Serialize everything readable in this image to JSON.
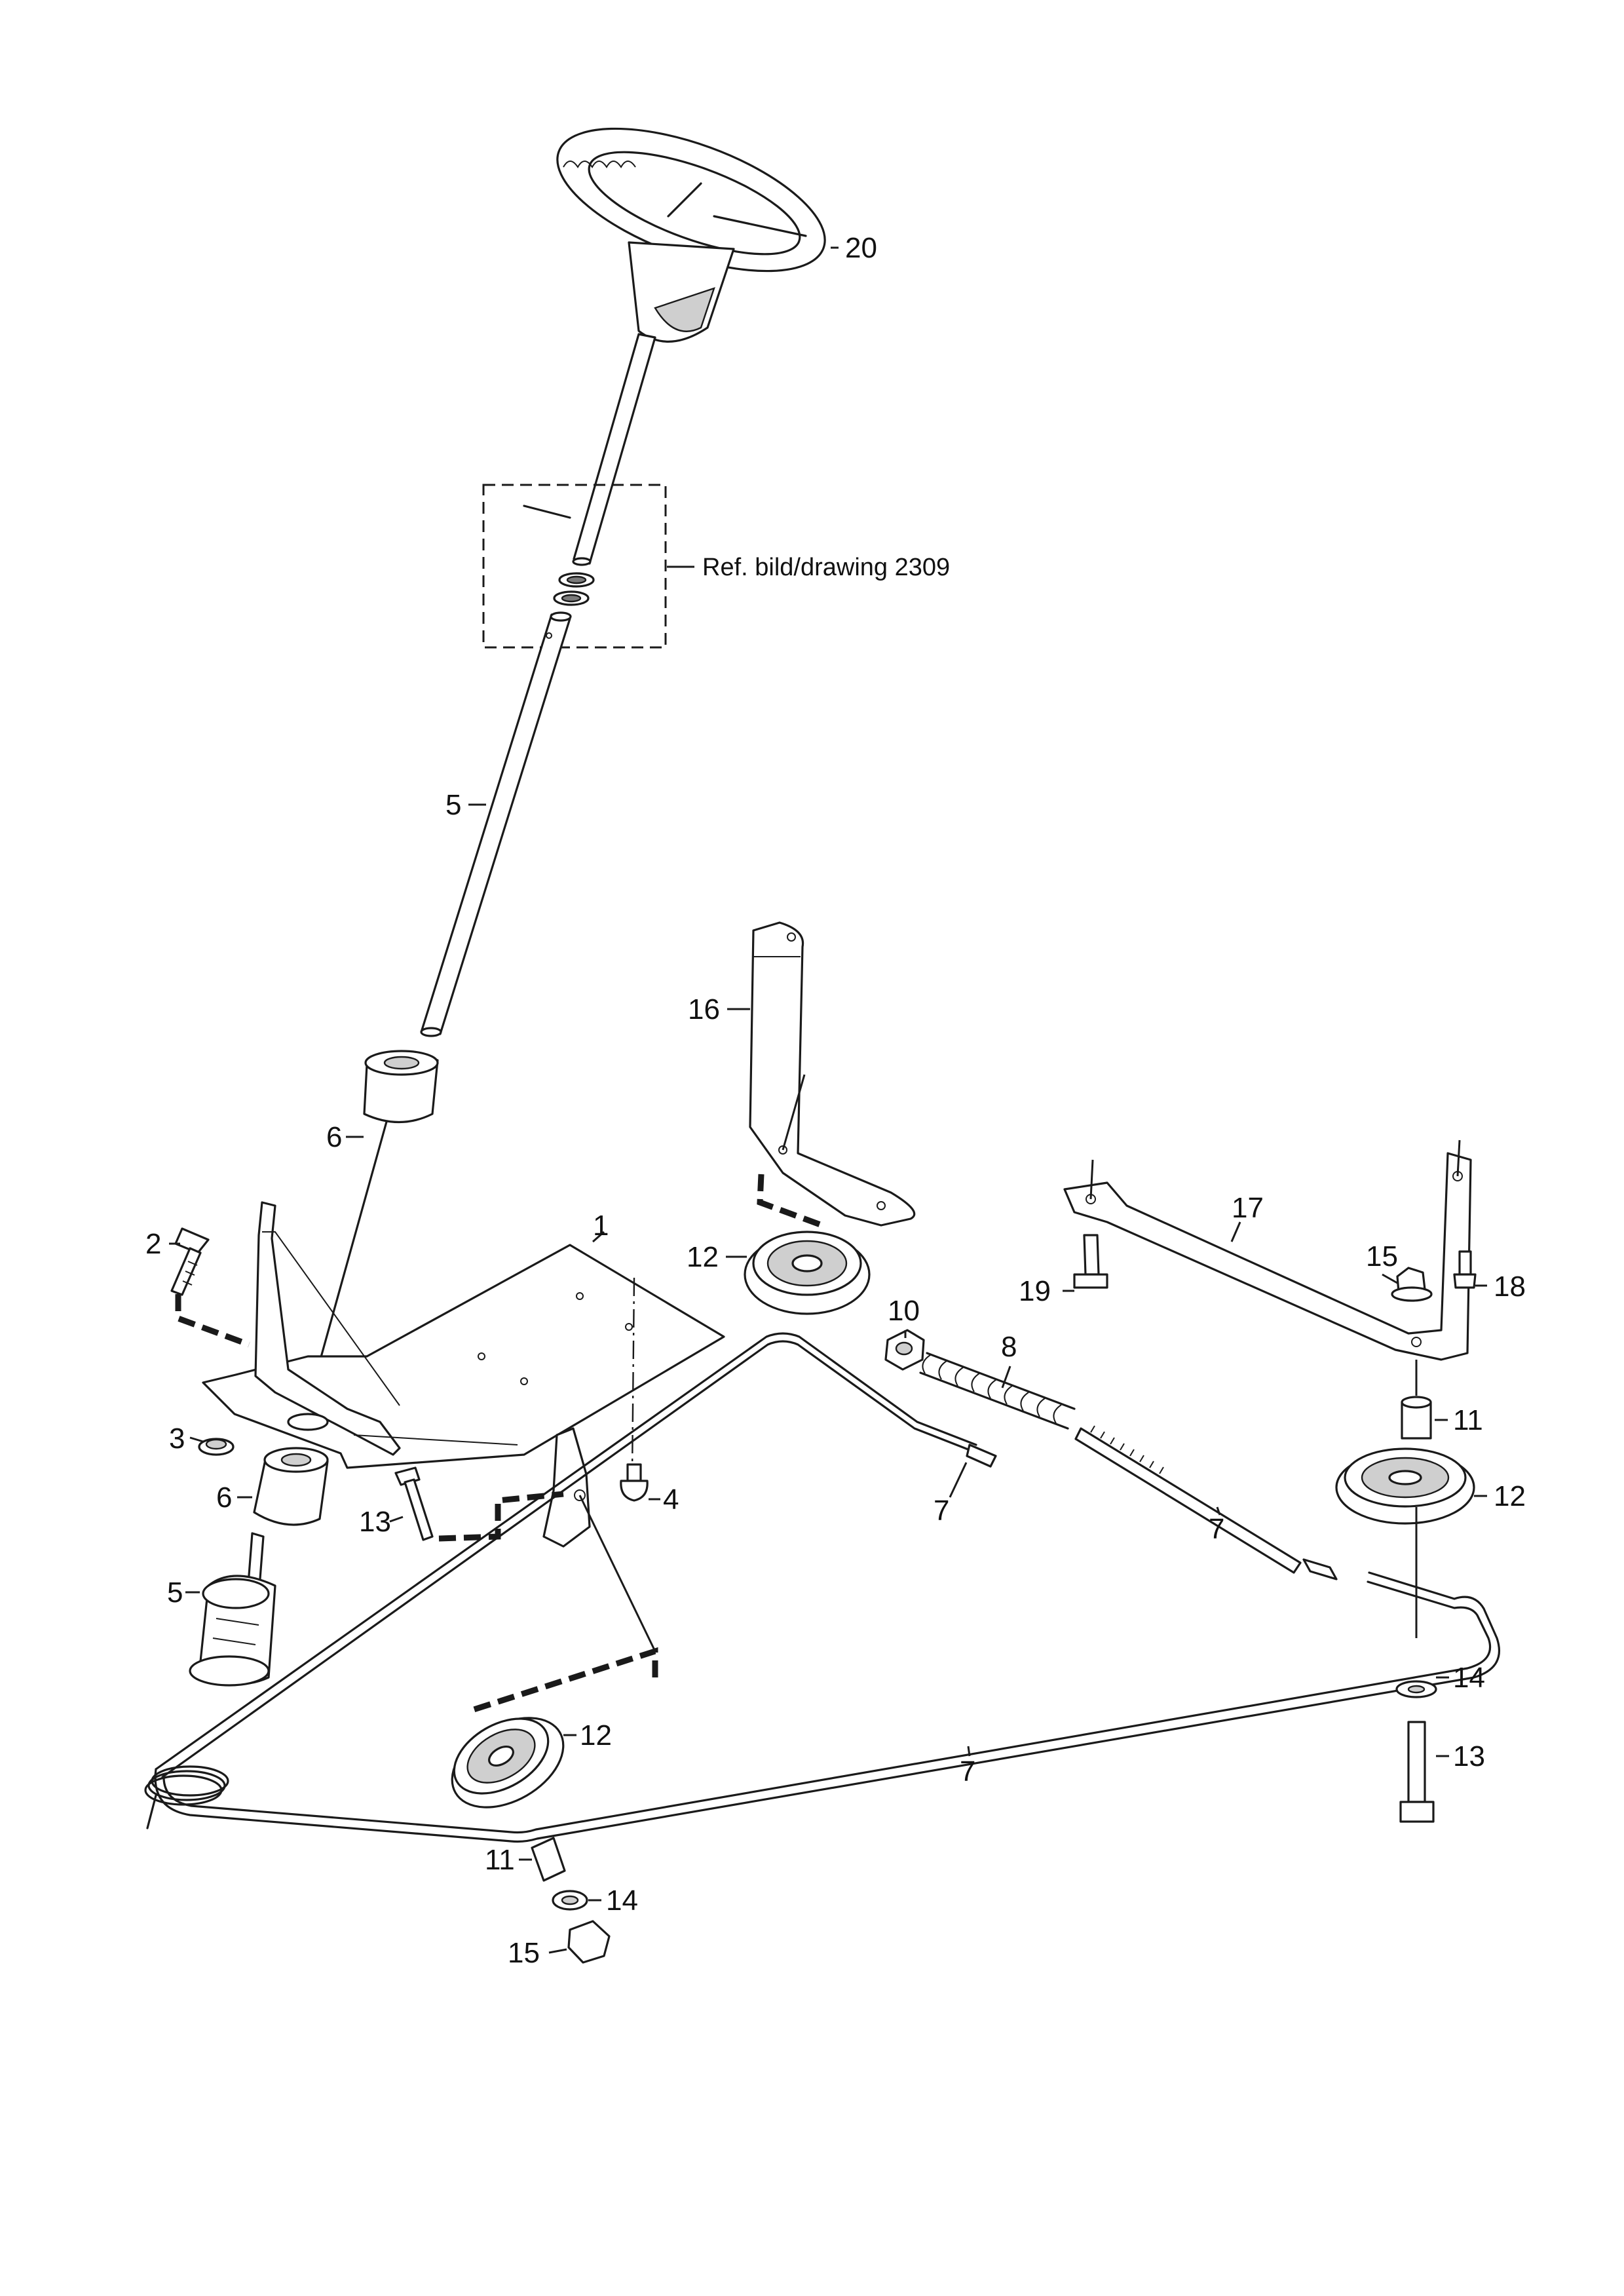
{
  "reference_note": "Ref. bild/drawing 2309",
  "callouts": [
    {
      "id": "c20",
      "text": "20"
    },
    {
      "id": "c5a",
      "text": "5"
    },
    {
      "id": "c16",
      "text": "16"
    },
    {
      "id": "c6a",
      "text": "6"
    },
    {
      "id": "c1",
      "text": "1"
    },
    {
      "id": "c2",
      "text": "2"
    },
    {
      "id": "c12a",
      "text": "12"
    },
    {
      "id": "c17",
      "text": "17"
    },
    {
      "id": "c15a",
      "text": "15"
    },
    {
      "id": "c19",
      "text": "19"
    },
    {
      "id": "c18",
      "text": "18"
    },
    {
      "id": "c10",
      "text": "10"
    },
    {
      "id": "c8",
      "text": "8"
    },
    {
      "id": "c3",
      "text": "3"
    },
    {
      "id": "c11a",
      "text": "11"
    },
    {
      "id": "c12b",
      "text": "12"
    },
    {
      "id": "c6b",
      "text": "6"
    },
    {
      "id": "c13a",
      "text": "13"
    },
    {
      "id": "c4",
      "text": "4"
    },
    {
      "id": "c7a",
      "text": "7"
    },
    {
      "id": "c7b",
      "text": "7"
    },
    {
      "id": "c5b",
      "text": "5"
    },
    {
      "id": "c14a",
      "text": "14"
    },
    {
      "id": "c12c",
      "text": "12"
    },
    {
      "id": "c7c",
      "text": "7"
    },
    {
      "id": "c13b",
      "text": "13"
    },
    {
      "id": "c11b",
      "text": "11"
    },
    {
      "id": "c14b",
      "text": "14"
    },
    {
      "id": "c15b",
      "text": "15"
    }
  ]
}
